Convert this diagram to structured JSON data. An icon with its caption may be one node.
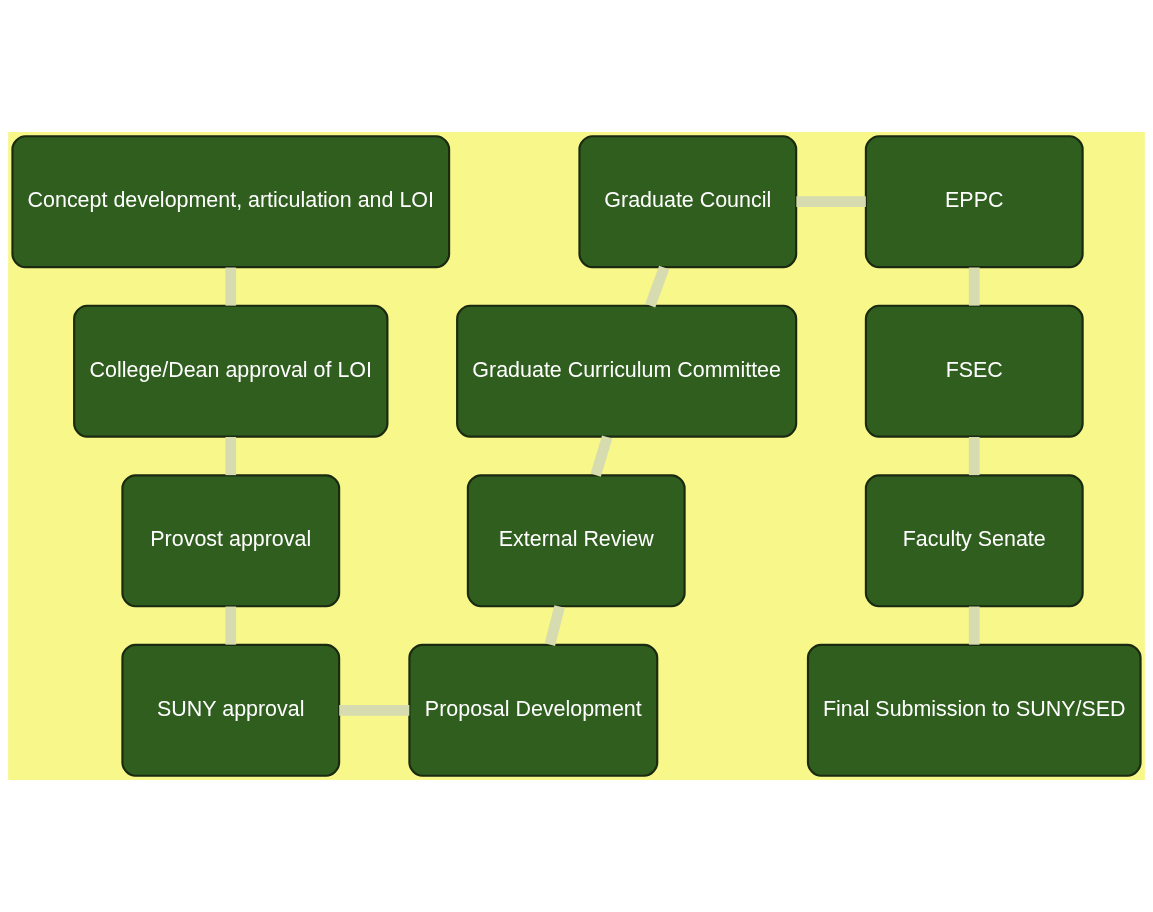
{
  "diagram": {
    "nodes": [
      {
        "text": [
          "Concept development, articulation and LOI"
        ]
      },
      {
        "text": [
          "College/Dean approval of LOI"
        ]
      },
      {
        "text": [
          "Provost approval"
        ]
      },
      {
        "text": [
          "SUNY approval"
        ]
      },
      {
        "text": [
          "Proposal Development"
        ]
      },
      {
        "text": [
          "External Review"
        ]
      },
      {
        "text": [
          "Graduate Curriculum Committee"
        ]
      },
      {
        "text": [
          "Graduate Council"
        ]
      },
      {
        "text": [
          "EPPC"
        ]
      },
      {
        "text": [
          "FSEC"
        ]
      },
      {
        "text": [
          "Faculty Senate"
        ]
      },
      {
        "text": [
          "Final Submission to SUNY/SED"
        ]
      }
    ],
    "edges": [
      {
        "from": 0,
        "to": 1,
        "arrow": "none"
      },
      {
        "from": 1,
        "to": 2,
        "arrow": "none"
      },
      {
        "from": 2,
        "to": 3,
        "arrow": "none"
      },
      {
        "from": 3,
        "to": 4,
        "arrow": "none"
      },
      {
        "from": 4,
        "to": 5,
        "arrow": "none"
      },
      {
        "from": 5,
        "to": 6,
        "arrow": "none"
      },
      {
        "from": 6,
        "to": 7,
        "arrow": "none"
      },
      {
        "from": 7,
        "to": 8,
        "arrow": "none"
      },
      {
        "from": 8,
        "to": 9,
        "arrow": "none"
      },
      {
        "from": 9,
        "to": 10,
        "arrow": "none"
      },
      {
        "from": 10,
        "to": 11,
        "arrow": "none"
      }
    ]
  }
}
